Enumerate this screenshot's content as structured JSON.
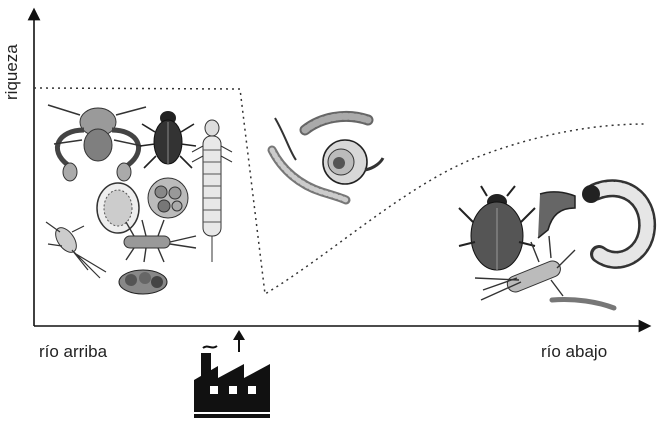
{
  "axes": {
    "y_label": "riqueza",
    "x_label_left": "río arriba",
    "x_label_right": "río abajo"
  },
  "curve": {
    "description_points": [
      "high-flat-upstream",
      "sharp-drop-at-discharge",
      "gradual-recovery-downstream"
    ],
    "style": "dotted"
  },
  "icons": {
    "pollution_source": "factory-icon",
    "discharge_marker": "up-arrow-icon"
  },
  "organism_groups": [
    {
      "zone": "upstream",
      "items": [
        "crayfish-icon",
        "beetle-icon",
        "larva-icon",
        "caddis-case-icon",
        "limpet-icon",
        "mayfly-icon",
        "stonefly-nymph-icon",
        "pebble-case-icon"
      ]
    },
    {
      "zone": "polluted",
      "items": [
        "worm-icon",
        "snail-icon",
        "bloodworm-icon"
      ]
    },
    {
      "zone": "downstream",
      "items": [
        "water-bug-icon",
        "leech-icon",
        "larva-curled-icon",
        "damselfly-nymph-icon",
        "worm-small-icon"
      ]
    }
  ]
}
